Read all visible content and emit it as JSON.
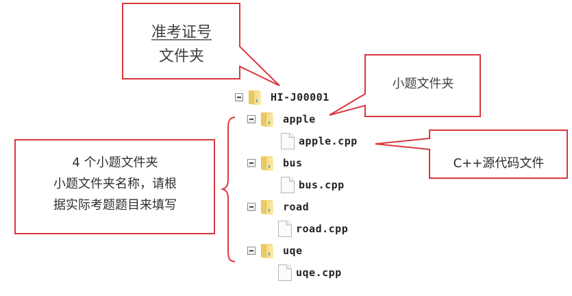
{
  "callouts": {
    "exam_id_folder": {
      "line1": "准考证号",
      "line2": "文件夹"
    },
    "sub_folder": {
      "text": "小题文件夹"
    },
    "cpp_source": {
      "text": "C++源代码文件"
    },
    "four_subfolders": {
      "line1": "4 个小题文件夹",
      "line2": "小题文件夹名称，请根",
      "line3": "据实际考题题目来填写"
    }
  },
  "tree": {
    "root": {
      "name": "HI-J00001",
      "icon": "folder-icon",
      "expanded": true
    },
    "children": [
      {
        "name": "apple",
        "icon": "folder-icon",
        "expanded": true,
        "file": "apple.cpp"
      },
      {
        "name": "bus",
        "icon": "folder-icon",
        "expanded": true,
        "file": "bus.cpp"
      },
      {
        "name": "road",
        "icon": "folder-icon",
        "expanded": true,
        "file": "road.cpp"
      },
      {
        "name": "uqe",
        "icon": "folder-icon",
        "expanded": true,
        "file": "uqe.cpp"
      }
    ]
  },
  "colors": {
    "callout_border": "#d9363e",
    "text": "#3f3f3f",
    "folder": "#f3d878"
  }
}
